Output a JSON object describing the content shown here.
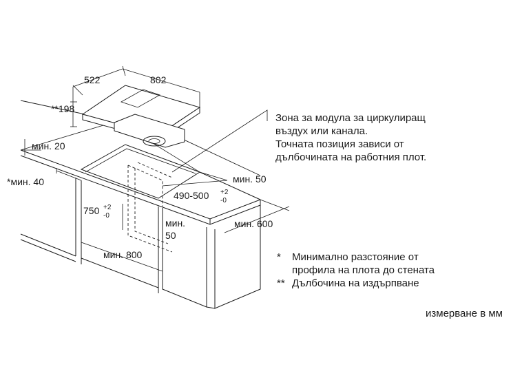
{
  "dimensions": {
    "d522": "522",
    "d802": "802",
    "d198": "**198",
    "min20": "мин. 20",
    "min40": "*мин. 40",
    "min50_right": "мин. 50",
    "d490": "490-500",
    "d490_tol_plus": "+2",
    "d490_tol_minus": "-0",
    "d750": "750",
    "d750_tol_plus": "+2",
    "d750_tol_minus": "-0",
    "min50_inner_1": "мин.",
    "min50_inner_2": "50",
    "min600": "мин. 600",
    "min800": "мин. 800"
  },
  "zone_note": [
    "Зона за модула за циркулиращ",
    "въздух или канала.",
    "Точната позиция зависи от",
    "дълбочината на работния плот."
  ],
  "footnotes": [
    {
      "mark": "*",
      "text": "Минимално разстояние от"
    },
    {
      "mark": "",
      "text": "профила на плота до стената"
    },
    {
      "mark": "**",
      "text": "Дълбочина на издърпване"
    }
  ],
  "units_note": "измерване в мм"
}
